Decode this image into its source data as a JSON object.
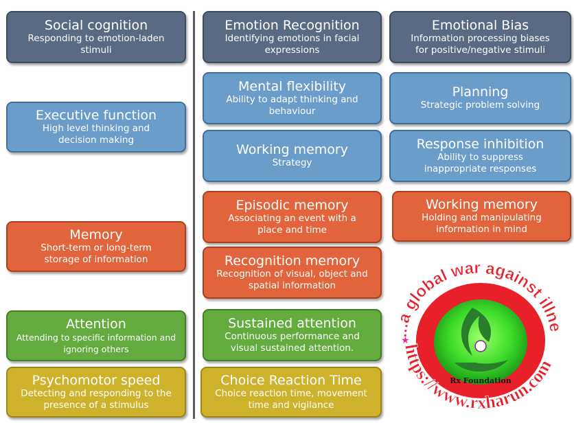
{
  "left": [
    {
      "title": "Social cognition",
      "desc": "Responding to emotion-laden stimuli"
    },
    {
      "title": "Executive function",
      "desc": "High level thinking and decision making"
    },
    {
      "title": "Memory",
      "desc": "Short-term or long-term storage of information"
    },
    {
      "title": "Attention",
      "desc": "Attending to specific information and ignoring others"
    },
    {
      "title": "Psychomotor speed",
      "desc": "Detecting and responding to the presence of a stimulus"
    }
  ],
  "right": [
    {
      "title": "Emotion Recognition",
      "desc": "Identifying emotions in facial expressions"
    },
    {
      "title": "Emotional Bias",
      "desc": "Information processing biases for positive/negative stimuli"
    },
    {
      "title": "Mental flexibility",
      "desc": "Ability to adapt thinking and behaviour"
    },
    {
      "title": "Planning",
      "desc": "Strategic problem solving"
    },
    {
      "title": "Working memory",
      "desc": "Strategy"
    },
    {
      "title": "Response inhibition",
      "desc": "Ability to suppress inappropriate responses"
    },
    {
      "title": "Episodic memory",
      "desc": "Associating an event with a place and time"
    },
    {
      "title": "Working memory",
      "desc": "Holding and manipulating information in mind"
    },
    {
      "title": "Recognition memory",
      "desc": "Recognition of visual, object and spatial information"
    },
    {
      "title": "Sustained attention",
      "desc": "Continuous performance and visual sustained attention."
    },
    {
      "title": "Choice Reaction Time",
      "desc": "Choice reaction time, movement time and vigilance"
    }
  ],
  "logo": {
    "slogan": "...a global war against illness!",
    "url": "https://www.rxharun.com",
    "name": "Rx Foundation"
  },
  "colors": {
    "slate": "#5a6a82",
    "blue": "#6a9dc9",
    "orange": "#e2643c",
    "green": "#63ab3f",
    "yellow": "#cfb22b",
    "logo_red": "#e8202a",
    "logo_green": "#3ddc2a"
  }
}
